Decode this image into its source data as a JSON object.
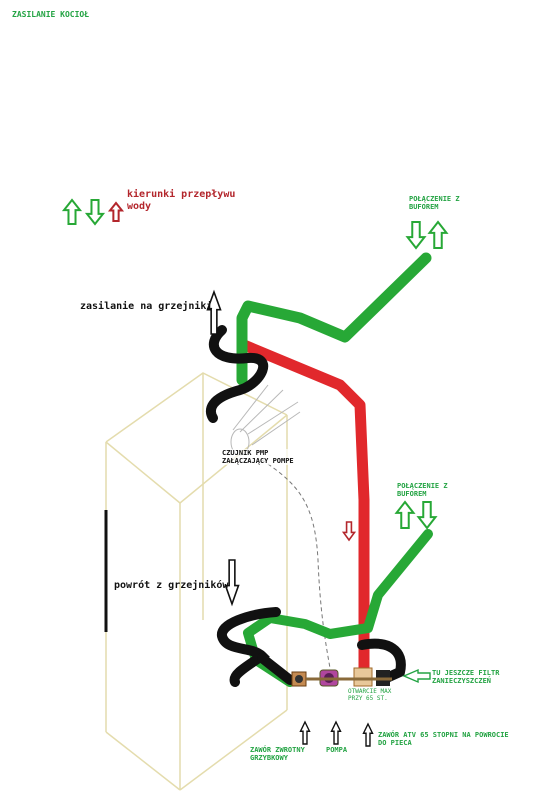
{
  "title": "ZASILANIE KOCIOŁ",
  "legend": {
    "text": "kierunki przepływu\nwody"
  },
  "labels": {
    "buffer_top": "POŁĄCZENIE Z\nBUFOREM",
    "buffer_mid": "POŁĄCZENIE Z\nBUFOREM",
    "supply": "zasilanie na grzejniki",
    "sensor": "CZUJNIK  PMP\nZAŁĄCZAJĄCY POMPE",
    "return": "powrót z grzejników",
    "filter": "TU JESZCZE FILTR\nZANIECZYSZCZEŃ",
    "open_max": "OTWARCIE MAX\nPRZY 65 ST.",
    "check_valve": "ZAWÓR ZWROTNY\nGRZYBKOWY",
    "pump": "POMPA",
    "atv": "ZAWÓR ATV  65  STOPNI NA POWROCIE\nDO PIECA"
  },
  "colors": {
    "green_pipe": "#27a836",
    "red_pipe": "#e1282c",
    "black_pipe": "#111111",
    "boiler_outline": "#e4dcad",
    "green_text": "#23a343",
    "red_text": "#b3262c"
  },
  "icons": [
    "up-arrow-icon",
    "down-arrow-icon",
    "sensor-loop-icon",
    "check-valve-icon",
    "pump-icon",
    "atv-valve-icon"
  ]
}
